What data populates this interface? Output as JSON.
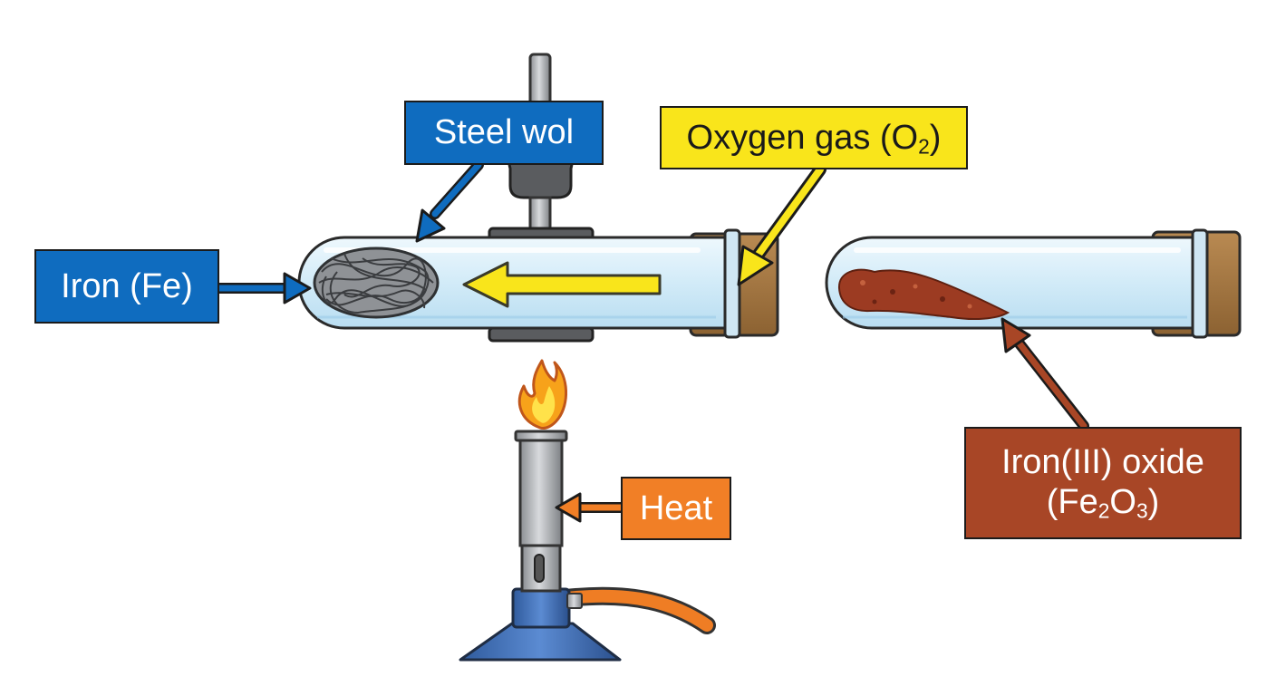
{
  "labels": {
    "steel_wool": "Steel wol",
    "iron": "Iron (Fe)",
    "oxygen_prefix": "Oxygen gas (O",
    "oxygen_sub": "2",
    "oxygen_suffix": ")",
    "heat": "Heat",
    "oxide_line1": "Iron(III) oxide",
    "oxide_open": "(Fe",
    "oxide_sub1": "2",
    "oxide_mid": "O",
    "oxide_sub2": "3",
    "oxide_close": ")"
  },
  "colors": {
    "blue_label": "#0f6cbf",
    "yellow_label": "#f9e51b",
    "orange_label": "#f17f26",
    "brown_label": "#a84626",
    "glass": "#d6ecf8",
    "cork": "#a87b45",
    "rust": "#9c3b22",
    "burner_blue": "#3e6fb8"
  }
}
